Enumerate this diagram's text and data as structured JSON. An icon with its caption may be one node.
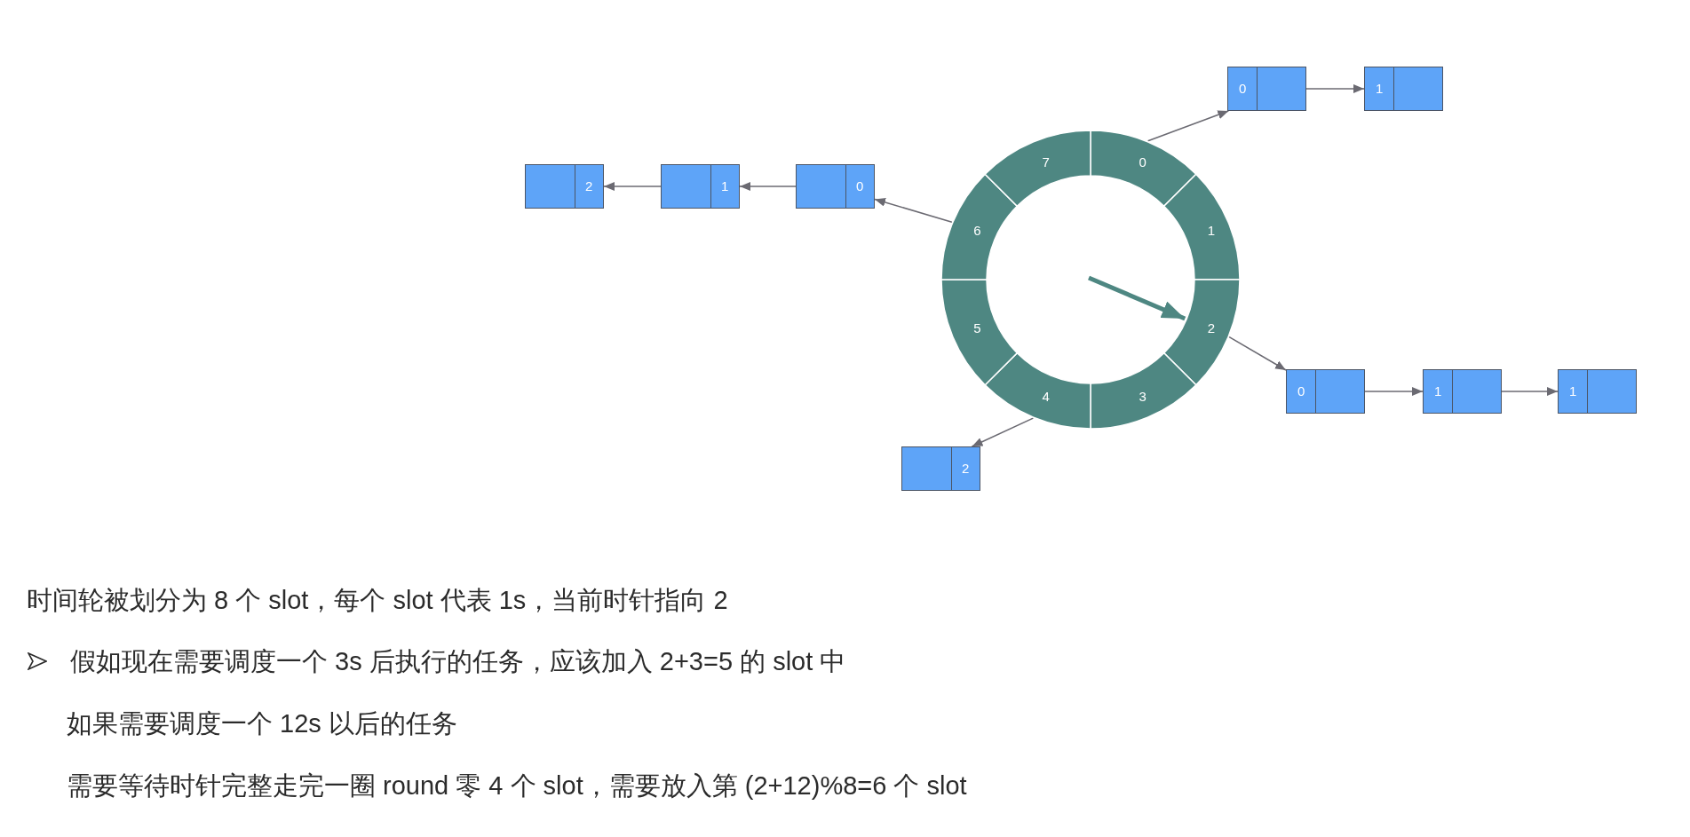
{
  "diagram": {
    "nodes": [
      {
        "text": [
          "0"
        ]
      },
      {
        "text": [
          "1"
        ]
      },
      {
        "text": [
          "2"
        ]
      },
      {
        "text": [
          "3"
        ]
      },
      {
        "text": [
          "4"
        ]
      },
      {
        "text": [
          "5"
        ]
      },
      {
        "text": [
          "6"
        ]
      },
      {
        "text": [
          "7"
        ]
      },
      {
        "text": [
          "0"
        ]
      },
      {
        "text": [
          "1"
        ]
      },
      {
        "text": [
          "0"
        ]
      },
      {
        "text": [
          "1"
        ]
      },
      {
        "text": [
          "2"
        ]
      },
      {
        "text": [
          "0"
        ]
      },
      {
        "text": [
          "1"
        ]
      },
      {
        "text": [
          "1"
        ]
      },
      {
        "text": [
          "2"
        ]
      }
    ],
    "edges": [
      {
        "from": 0,
        "to": 8,
        "arrow": "to"
      },
      {
        "from": 8,
        "to": 9,
        "arrow": "to"
      },
      {
        "from": 6,
        "to": 10,
        "arrow": "to"
      },
      {
        "from": 10,
        "to": 11,
        "arrow": "to"
      },
      {
        "from": 11,
        "to": 12,
        "arrow": "to"
      },
      {
        "from": 2,
        "to": 13,
        "arrow": "to"
      },
      {
        "from": 13,
        "to": 14,
        "arrow": "to"
      },
      {
        "from": 14,
        "to": 15,
        "arrow": "to"
      },
      {
        "from": 4,
        "to": 16,
        "arrow": "to"
      },
      {
        "from": null,
        "to": 2,
        "arrow": "to",
        "style": "thick",
        "color": "#4e8782"
      }
    ],
    "labels": [
      "时间轮被划分为 8 个 slot，每个 slot 代表 1s，当前时针指向 2",
      "假如现在需要调度一个 3s 后执行的任务，应该加入 2+3=5 的 slot 中",
      "如果需要调度一个 12s 以后的任务",
      "需要等待时针完整走完一圈 round 零 4 个 slot，需要放入第 (2+12)%8=6 个 slot"
    ]
  }
}
